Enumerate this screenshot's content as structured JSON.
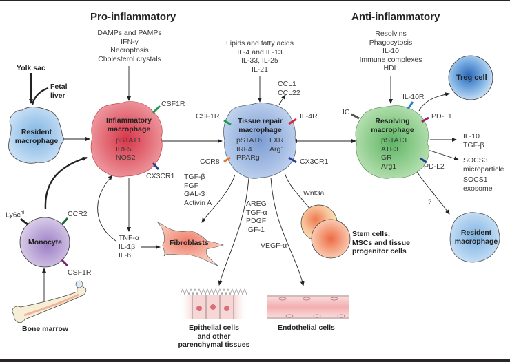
{
  "headings": {
    "pro": "Pro-inflammatory",
    "anti": "Anti-inflammatory"
  },
  "pro_stimuli": [
    "DAMPs and PAMPs",
    "IFN-γ",
    "Necroptosis",
    "Cholesterol crystals"
  ],
  "repair_stimuli": [
    "Lipids and fatty acids",
    "IL-4 and IL-13",
    "IL-33, IL-25",
    "IL-21"
  ],
  "anti_stimuli": [
    "Resolvins",
    "Phagocytosis",
    "IL-10",
    "Immune complexes",
    "HDL"
  ],
  "origins": {
    "yolk_sac": "Yolk sac",
    "fetal_liver": [
      "Fetal",
      "liver"
    ],
    "bone_marrow": "Bone marrow"
  },
  "cells": {
    "resident_left": {
      "name": [
        "Resident",
        "macrophage"
      ]
    },
    "inflammatory": {
      "name": [
        "Inflammatory",
        "macrophage"
      ],
      "markers": [
        "pSTAT1",
        "IRF5",
        "NOS2"
      ],
      "receptors": [
        "CSF1R",
        "CX3CR1"
      ]
    },
    "tissue_repair": {
      "name": [
        "Tissue repair",
        "macrophage"
      ],
      "markers_left": [
        "pSTAT6",
        "IRF4",
        "PPARg"
      ],
      "markers_right": [
        "LXR",
        "Arg1"
      ],
      "receptors": [
        "CSF1R",
        "IL-4R",
        "CCR8",
        "CX3CR1"
      ]
    },
    "resolving": {
      "name": [
        "Resolving",
        "macrophage"
      ],
      "markers": [
        "pSTAT3",
        "ATF3",
        "GR",
        "Arg1"
      ],
      "receptors": [
        "IC",
        "IL-10R",
        "PD-L1",
        "PD-L2"
      ]
    },
    "monocyte": {
      "name": "Monocyte",
      "receptors": [
        "Ly6c",
        "CCR2",
        "CSF1R"
      ],
      "ly6c_sup": "hi"
    },
    "treg": {
      "name": "Treg cell"
    },
    "resident_right": {
      "name": [
        "Resident",
        "macrophage"
      ]
    },
    "fibroblasts": {
      "name": "Fibroblasts"
    },
    "stem": {
      "name": [
        "Stem cells,",
        "MSCs and tissue",
        "progenitor cells"
      ]
    },
    "epithelial": {
      "name": [
        "Epithelial cells",
        "and other",
        "parenchymal tissues"
      ]
    },
    "endothelial": {
      "name": "Endothelial cells"
    }
  },
  "secreted": {
    "ccl": [
      "CCL1",
      "CCL22"
    ],
    "inflammatory_out": [
      "TNF-α",
      "IL-1β",
      "IL-6"
    ],
    "fibro_factors": [
      "TGF-β",
      "FGF",
      "GAL-3",
      "Activin A"
    ],
    "epi_factors": [
      "AREG",
      "TGF-α",
      "PDGF",
      "IGF-1"
    ],
    "endo_factor": "VEGF-α",
    "stem_factor": "Wnt3a",
    "resolving_out1": [
      "IL-10",
      "TGF-β"
    ],
    "resolving_out2": [
      "SOCS3",
      "microparticle"
    ],
    "resolving_out3": [
      "SOCS1",
      "exosome"
    ],
    "question": "?"
  },
  "colors": {
    "inflammatory": "#e0606c",
    "repair": "#9db8e0",
    "resolving": "#8fcf8c",
    "resident": "#a9cdee",
    "monocyte": "#c7b3dd",
    "fibroblast": "#f2a48e",
    "stem": "#f08a5e",
    "receptor_green": "#1a9a4a",
    "receptor_blue": "#2a3f8f",
    "receptor_red": "#d7263d",
    "receptor_orange": "#e8742a",
    "receptor_magenta": "#9a1f5e",
    "receptor_lightblue": "#2d7fc4",
    "border": "#2a2628"
  }
}
